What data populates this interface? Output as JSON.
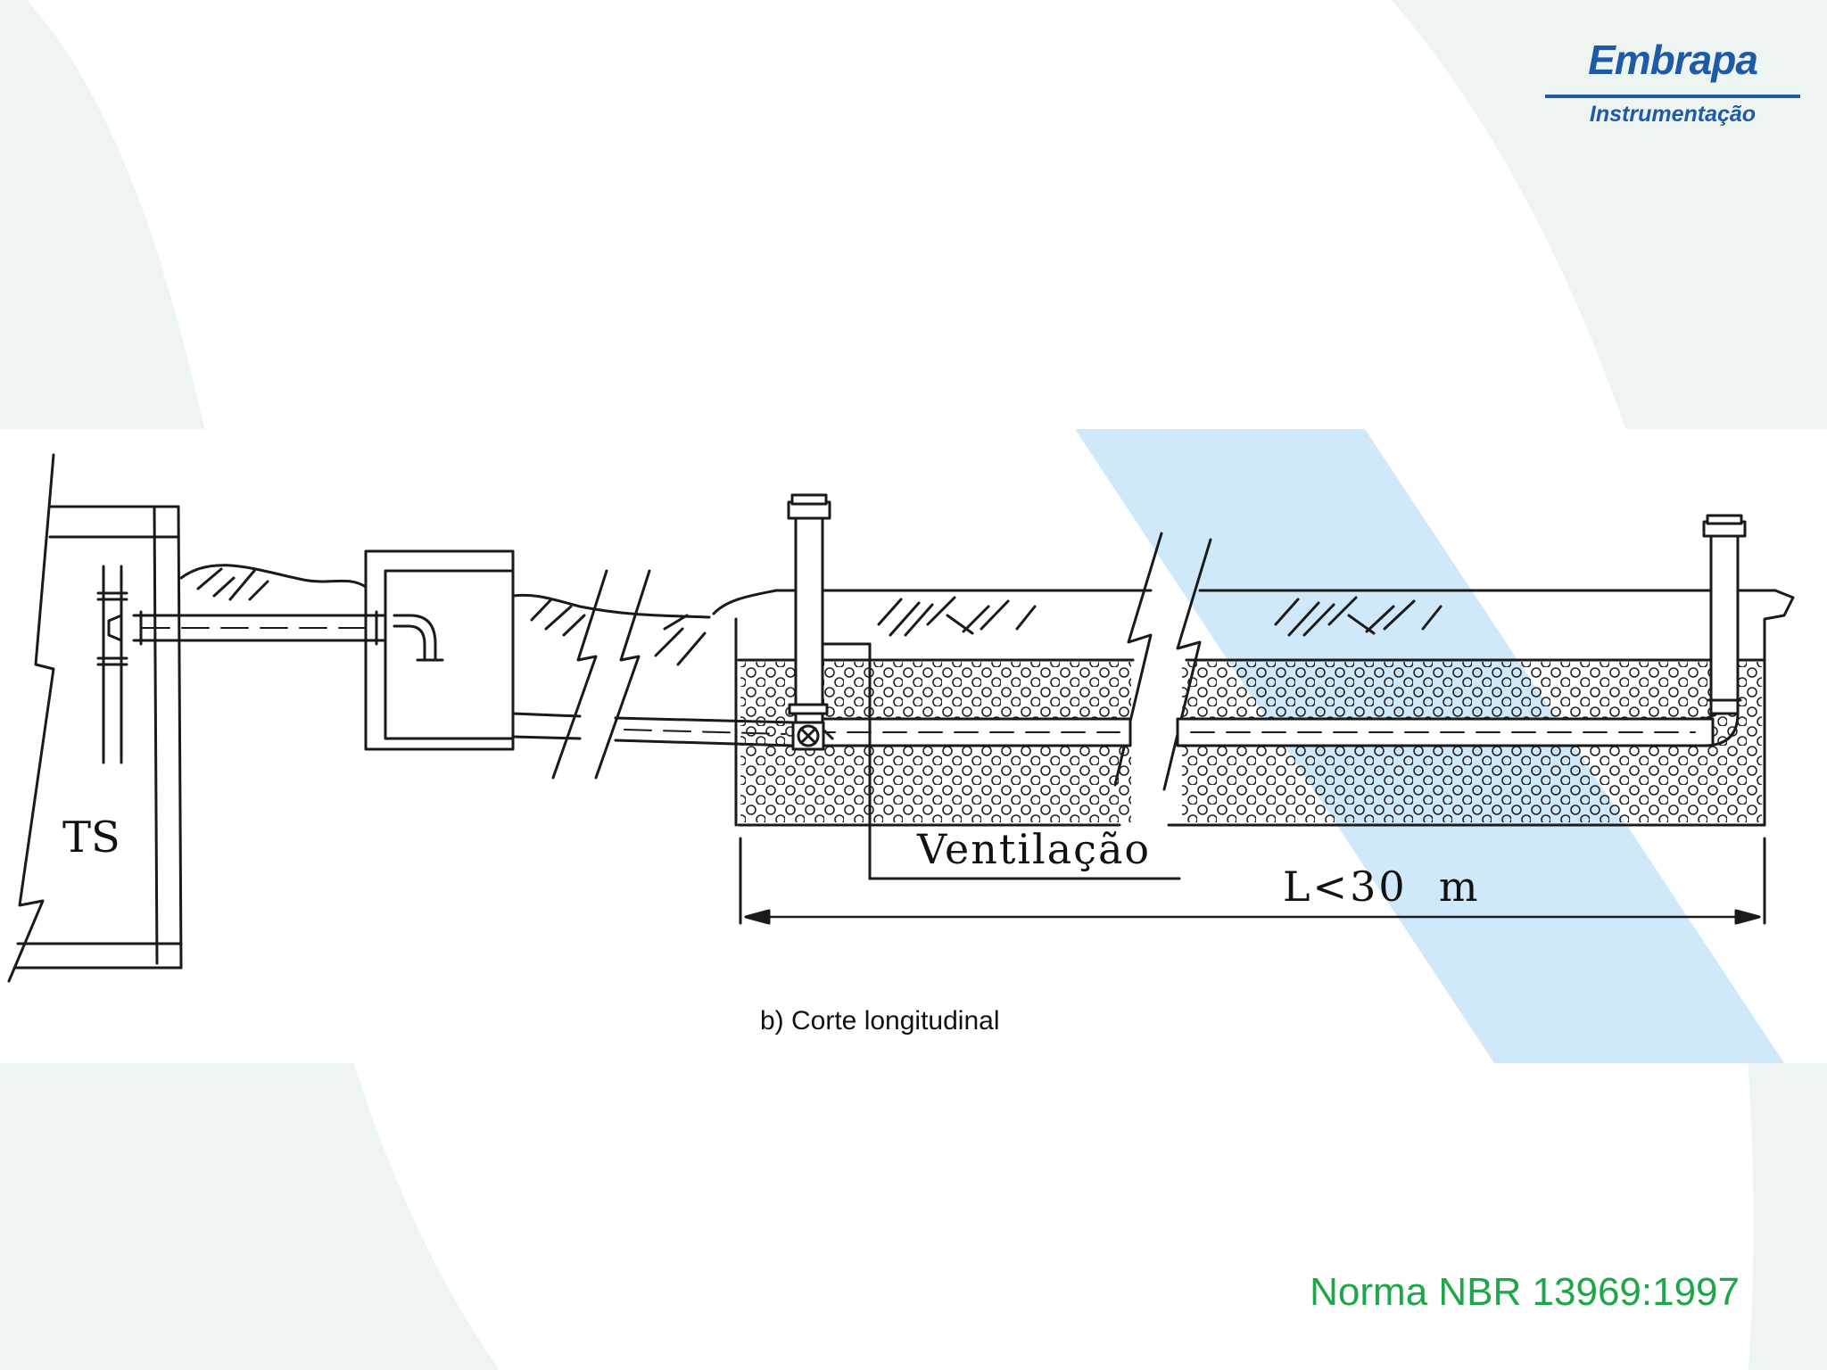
{
  "logo": {
    "brand": "Embrapa",
    "unit": "Instrumentação"
  },
  "diagram": {
    "tank_label": "TS",
    "vent_label": "Ventilação",
    "length_label": "L<30  m"
  },
  "caption": "b) Corte longitudinal",
  "reference": "Norma NBR 13969:1997",
  "colors": {
    "brand_blue": "#1f5aa6",
    "reference_green": "#1fa54a",
    "highlight_band": "#cfe9fb"
  }
}
